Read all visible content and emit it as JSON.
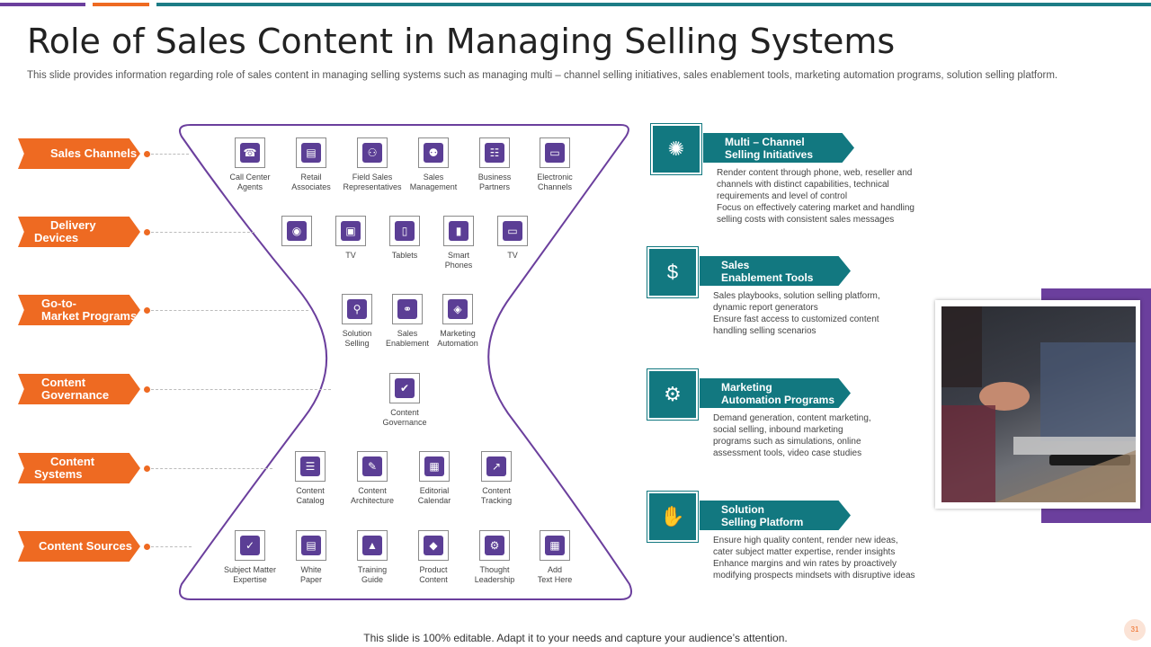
{
  "slide": {
    "title": "Role of Sales Content in Managing Selling Systems",
    "subtitle": "This slide provides information regarding role of sales content in managing selling systems such as managing multi – channel selling initiatives, sales enablement tools, marketing automation programs, solution selling platform.",
    "footer": "This slide is 100% editable. Adapt it to your needs and capture your audience’s attention.",
    "page_number": "31"
  },
  "colors": {
    "orange": "#ee6a22",
    "purple": "#5b3e95",
    "teal": "#127880",
    "topbar_teal": "#1c7c86"
  },
  "left_labels": [
    {
      "line1": "Sales Channels",
      "line2": ""
    },
    {
      "line1": "Delivery Devices",
      "line2": ""
    },
    {
      "line1": "Go-to-",
      "line2": "Market Programs"
    },
    {
      "line1": "Content",
      "line2": "Governance"
    },
    {
      "line1": "Content Systems",
      "line2": ""
    },
    {
      "line1": "Content Sources",
      "line2": ""
    }
  ],
  "rows": [
    [
      {
        "l1": "Call Center",
        "l2": "Agents",
        "icon": "call-center-icon"
      },
      {
        "l1": "Retail",
        "l2": "Associates",
        "icon": "retail-icon"
      },
      {
        "l1": "Field Sales",
        "l2": "Representatives",
        "icon": "field-sales-icon"
      },
      {
        "l1": "Sales",
        "l2": "Management",
        "icon": "sales-management-icon"
      },
      {
        "l1": "Business",
        "l2": "Partners",
        "icon": "business-partners-icon"
      },
      {
        "l1": "Electronic",
        "l2": "Channels",
        "icon": "electronic-channels-icon"
      }
    ],
    [
      {
        "l1": "",
        "l2": "",
        "icon": "projector-icon"
      },
      {
        "l1": "TV",
        "l2": "",
        "icon": "tv-icon"
      },
      {
        "l1": "Tablets",
        "l2": "",
        "icon": "tablet-icon"
      },
      {
        "l1": "Smart",
        "l2": "Phones",
        "icon": "smartphone-icon"
      },
      {
        "l1": "TV",
        "l2": "",
        "icon": "monitor-icon"
      }
    ],
    [
      {
        "l1": "Solution",
        "l2": "Selling",
        "icon": "solution-selling-icon"
      },
      {
        "l1": "Sales",
        "l2": "Enablement",
        "icon": "sales-enablement-icon"
      },
      {
        "l1": "Marketing",
        "l2": "Automation",
        "icon": "marketing-automation-icon"
      }
    ],
    [
      {
        "l1": "Content",
        "l2": "Governance",
        "icon": "content-governance-icon"
      }
    ],
    [
      {
        "l1": "Content",
        "l2": "Catalog",
        "icon": "content-catalog-icon"
      },
      {
        "l1": "Content",
        "l2": "Architecture",
        "icon": "content-architecture-icon"
      },
      {
        "l1": "Editorial",
        "l2": "Calendar",
        "icon": "calendar-icon"
      },
      {
        "l1": "Content",
        "l2": "Tracking",
        "icon": "content-tracking-icon"
      }
    ],
    [
      {
        "l1": "Subject Matter",
        "l2": "Expertise",
        "icon": "expertise-icon"
      },
      {
        "l1": "White",
        "l2": "Paper",
        "icon": "document-icon"
      },
      {
        "l1": "Training",
        "l2": "Guide",
        "icon": "graduation-cap-icon"
      },
      {
        "l1": "Product",
        "l2": "Content",
        "icon": "product-icon"
      },
      {
        "l1": "Thought",
        "l2": "Leadership",
        "icon": "thought-leadership-icon"
      },
      {
        "l1": "Add",
        "l2": "Text Here",
        "icon": "calculator-icon"
      }
    ]
  ],
  "right_sections": [
    {
      "title1": "Multi – Channel",
      "title2": "Selling Initiatives",
      "icon": "network-icon",
      "lines": [
        "Render content through phone, web, reseller and",
        "channels with distinct capabilities, technical",
        "requirements and level of control",
        "Focus on effectively catering market and handling",
        "selling costs with consistent sales messages"
      ]
    },
    {
      "title1": "Sales",
      "title2": "Enablement Tools",
      "icon": "money-chart-icon",
      "lines": [
        "Sales playbooks, solution selling platform,",
        "dynamic report generators",
        "Ensure fast access to customized content",
        "handling selling scenarios"
      ]
    },
    {
      "title1": "Marketing",
      "title2": "Automation Programs",
      "icon": "automation-screen-icon",
      "lines": [
        "Demand generation, content marketing,",
        "social selling,  inbound marketing",
        "programs such as simulations,  online",
        "assessment tools, video case studies"
      ]
    },
    {
      "title1": "Solution",
      "title2": "Selling Platform",
      "icon": "hands-gear-icon",
      "lines": [
        "Ensure high quality content, render new ideas,",
        "cater subject matter expertise, render insights",
        "Enhance margins and win rates by proactively",
        "modifying prospects mindsets with disruptive ideas"
      ]
    }
  ]
}
